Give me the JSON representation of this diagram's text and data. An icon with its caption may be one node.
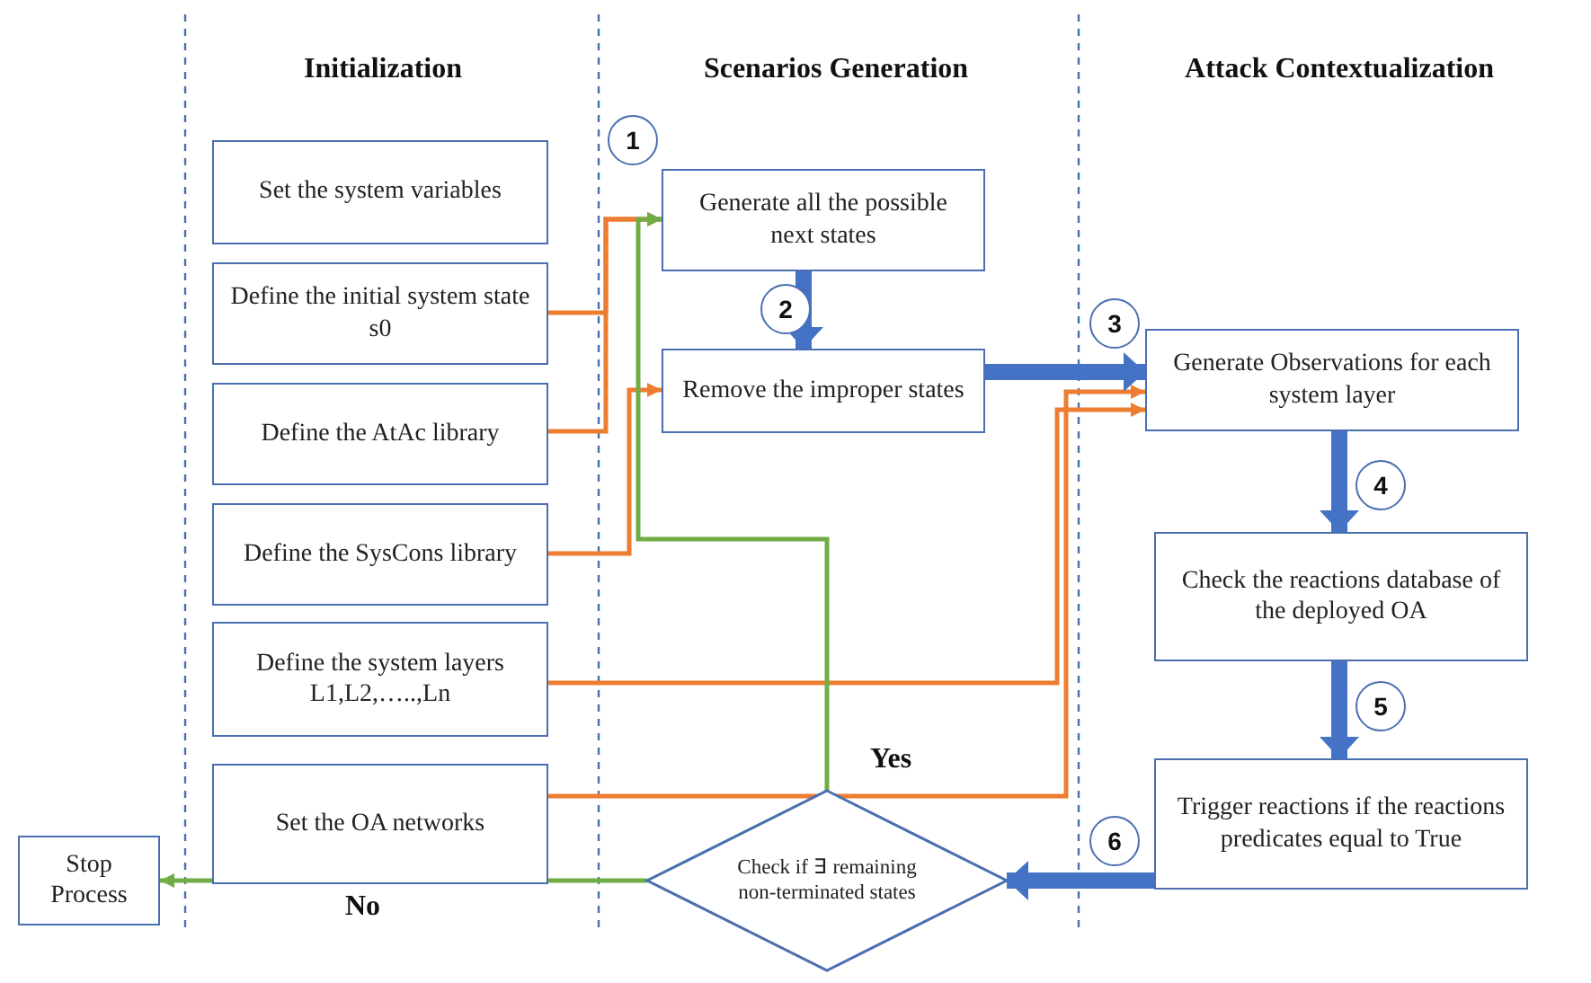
{
  "diagram": {
    "nodes": [
      {
        "text": [
          "Set the system variables"
        ]
      },
      {
        "text": [
          "Define the initial system state s0"
        ]
      },
      {
        "text": [
          "Define the AtAc library"
        ]
      },
      {
        "text": [
          "Define the SysCons library"
        ]
      },
      {
        "text": [
          "Define the system layers L1,L2,…..,Ln"
        ]
      },
      {
        "text": [
          "Set the OA networks"
        ]
      },
      {
        "text": [
          "Generate all the possible next states"
        ]
      },
      {
        "text": [
          "Remove the improper states"
        ]
      },
      {
        "text": [
          "Generate Observations for each system layer"
        ]
      },
      {
        "text": [
          "Check the reactions database of the deployed OA"
        ]
      },
      {
        "text": [
          "Trigger reactions if the reactions predicates equal to True"
        ]
      },
      {
        "text": [
          "Check if ∃ remaining non-terminated states"
        ]
      },
      {
        "text": [
          "Stop Process"
        ]
      }
    ],
    "edges": [
      {
        "from": 1,
        "to": 6,
        "arrow": "to"
      },
      {
        "from": 2,
        "to": 6,
        "arrow": "to"
      },
      {
        "from": 3,
        "to": 7,
        "arrow": "to"
      },
      {
        "from": 4,
        "to": 8,
        "arrow": "to"
      },
      {
        "from": 5,
        "to": 8,
        "arrow": "to"
      },
      {
        "from": 6,
        "to": 7,
        "arrow": "to",
        "style": "thick",
        "color": "#4472c4"
      },
      {
        "from": 7,
        "to": 8,
        "arrow": "to",
        "style": "thick",
        "color": "#4472c4"
      },
      {
        "from": 8,
        "to": 9,
        "arrow": "to",
        "style": "thick",
        "color": "#4472c4"
      },
      {
        "from": 9,
        "to": 10,
        "arrow": "to",
        "style": "thick",
        "color": "#4472c4"
      },
      {
        "from": 10,
        "to": 11,
        "arrow": "to",
        "style": "thick",
        "color": "#4472c4"
      },
      {
        "from": 11,
        "to": 6,
        "arrow": "to",
        "label": "Yes",
        "color": "#70ad47"
      },
      {
        "from": 11,
        "to": 12,
        "arrow": "to",
        "label": "No",
        "color": "#70ad47"
      }
    ],
    "labels": [
      "Initialization",
      "Scenarios Generation",
      "Attack Contextualization",
      "1",
      "2",
      "3",
      "4",
      "5",
      "6"
    ]
  }
}
